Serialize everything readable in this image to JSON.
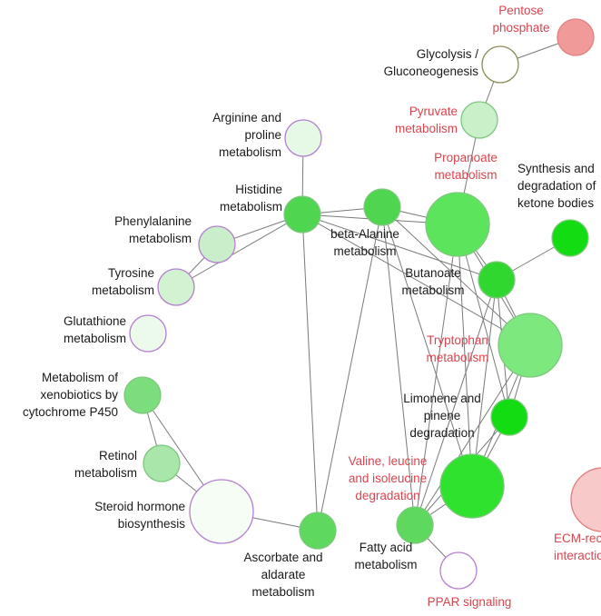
{
  "colors": {
    "label_default": "#1a1a1a",
    "label_highlight": "#d9454f",
    "edge": "#7a7a7a",
    "border_green": "#7fc77f",
    "border_purple": "#b57fd0",
    "border_red": "#e08080",
    "border_olive": "#8c8c5a"
  },
  "nodes": [
    {
      "id": "pentose",
      "lines": [
        "Pentose",
        "phosphate"
      ],
      "fill": "#f19a9a",
      "border": "border_red",
      "highlight": true
    },
    {
      "id": "glycolysis",
      "lines": [
        "Glycolysis /",
        "Gluconeogenesis"
      ],
      "fill": "#ffffff",
      "border": "border_olive",
      "highlight": false
    },
    {
      "id": "pyruvate",
      "lines": [
        "Pyruvate",
        "metabolism"
      ],
      "fill": "#c9f0c9",
      "border": "border_green",
      "highlight": true
    },
    {
      "id": "propanoate",
      "lines": [
        "Propanoate",
        "metabolism"
      ],
      "fill": "#5de45d",
      "border": "border_green",
      "highlight": true
    },
    {
      "id": "ketone",
      "lines": [
        "Synthesis and",
        "degradation of",
        "ketone bodies"
      ],
      "fill": "#13dc13",
      "border": "border_green",
      "highlight": false
    },
    {
      "id": "arginine",
      "lines": [
        "Arginine and",
        "proline",
        "metabolism"
      ],
      "fill": "#e6f8e6",
      "border": "border_purple",
      "highlight": false
    },
    {
      "id": "histidine",
      "lines": [
        "Histidine",
        "metabolism"
      ],
      "fill": "#4fd54f",
      "border": "border_green",
      "highlight": false
    },
    {
      "id": "betaalanine",
      "lines": [
        "beta-Alanine",
        "metabolism"
      ],
      "fill": "#4fd54f",
      "border": "border_green",
      "highlight": false
    },
    {
      "id": "butanoate",
      "lines": [
        "Butanoate",
        "metabolism"
      ],
      "fill": "#2fd72f",
      "border": "border_green",
      "highlight": false
    },
    {
      "id": "phenylalanine",
      "lines": [
        "Phenylalanine",
        "metabolism"
      ],
      "fill": "#c9eec9",
      "border": "border_purple",
      "highlight": false
    },
    {
      "id": "tyrosine",
      "lines": [
        "Tyrosine",
        "metabolism"
      ],
      "fill": "#d2f2d2",
      "border": "border_purple",
      "highlight": false
    },
    {
      "id": "glutathione",
      "lines": [
        "Glutathione",
        "metabolism"
      ],
      "fill": "#ecfaec",
      "border": "border_purple",
      "highlight": false
    },
    {
      "id": "tryptophan",
      "lines": [
        "Tryptophan",
        "metabolism"
      ],
      "fill": "#7de87d",
      "border": "border_green",
      "highlight": true
    },
    {
      "id": "xenobiotics",
      "lines": [
        "Metabolism of",
        "xenobiotics by",
        "cytochrome P450"
      ],
      "fill": "#7bdd7b",
      "border": "border_green",
      "highlight": false
    },
    {
      "id": "limonene",
      "lines": [
        "Limonene and",
        "pinene",
        "degradation"
      ],
      "fill": "#13dc13",
      "border": "border_green",
      "highlight": false
    },
    {
      "id": "retinol",
      "lines": [
        "Retinol",
        "metabolism"
      ],
      "fill": "#a9e6a9",
      "border": "border_green",
      "highlight": false
    },
    {
      "id": "valine",
      "lines": [
        "Valine, leucine",
        "and isoleucine",
        "degradation"
      ],
      "fill": "#2ee22e",
      "border": "border_green",
      "highlight": true
    },
    {
      "id": "ecm",
      "lines": [
        "ECM-receptor",
        "interaction"
      ],
      "fill": "#f8c9c9",
      "border": "border_red",
      "highlight": true
    },
    {
      "id": "steroid",
      "lines": [
        "Steroid hormone",
        "biosynthesis"
      ],
      "fill": "#f5fdf5",
      "border": "border_purple",
      "highlight": false
    },
    {
      "id": "ascorbate",
      "lines": [
        "Ascorbate and",
        "aldarate",
        "metabolism"
      ],
      "fill": "#5ed95e",
      "border": "border_green",
      "highlight": false
    },
    {
      "id": "fattyacid",
      "lines": [
        "Fatty acid",
        "metabolism"
      ],
      "fill": "#5ed95e",
      "border": "border_green",
      "highlight": false
    },
    {
      "id": "ppar",
      "lines": [
        "PPAR signaling"
      ],
      "fill": "#ffffff",
      "border": "border_purple",
      "highlight": true
    }
  ],
  "edges": [
    [
      "pentose",
      "glycolysis"
    ],
    [
      "glycolysis",
      "pyruvate"
    ],
    [
      "pyruvate",
      "propanoate"
    ],
    [
      "arginine",
      "histidine"
    ],
    [
      "histidine",
      "phenylalanine"
    ],
    [
      "histidine",
      "tyrosine"
    ],
    [
      "phenylalanine",
      "tyrosine"
    ],
    [
      "histidine",
      "betaalanine"
    ],
    [
      "histidine",
      "propanoate"
    ],
    [
      "histidine",
      "butanoate"
    ],
    [
      "histidine",
      "tryptophan"
    ],
    [
      "histidine",
      "ascorbate"
    ],
    [
      "betaalanine",
      "propanoate"
    ],
    [
      "betaalanine",
      "tryptophan"
    ],
    [
      "betaalanine",
      "valine"
    ],
    [
      "betaalanine",
      "ascorbate"
    ],
    [
      "betaalanine",
      "fattyacid"
    ],
    [
      "ketone",
      "butanoate"
    ],
    [
      "propanoate",
      "butanoate"
    ],
    [
      "propanoate",
      "tryptophan"
    ],
    [
      "propanoate",
      "limonene"
    ],
    [
      "propanoate",
      "valine"
    ],
    [
      "propanoate",
      "fattyacid"
    ],
    [
      "butanoate",
      "tryptophan"
    ],
    [
      "butanoate",
      "limonene"
    ],
    [
      "butanoate",
      "valine"
    ],
    [
      "butanoate",
      "fattyacid"
    ],
    [
      "tryptophan",
      "limonene"
    ],
    [
      "tryptophan",
      "valine"
    ],
    [
      "tryptophan",
      "fattyacid"
    ],
    [
      "limonene",
      "valine"
    ],
    [
      "limonene",
      "fattyacid"
    ],
    [
      "valine",
      "fattyacid"
    ],
    [
      "fattyacid",
      "ppar"
    ],
    [
      "xenobiotics",
      "retinol"
    ],
    [
      "xenobiotics",
      "steroid"
    ],
    [
      "retinol",
      "steroid"
    ],
    [
      "steroid",
      "ascorbate"
    ]
  ]
}
